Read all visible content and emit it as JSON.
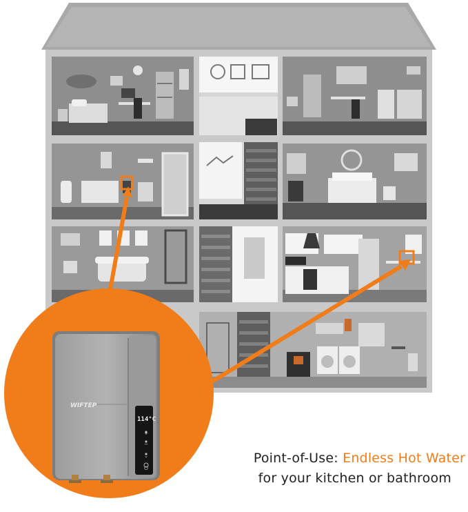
{
  "caption": {
    "line1_prefix": "Point-of-Use: ",
    "line1_accent": "Endless Hot Water",
    "line2": "for your kitchen or bathroom"
  },
  "heater": {
    "brand": "WIFTEP",
    "display_reading": "114°C",
    "buttons": [
      "+",
      "−",
      "⌄",
      "⏻"
    ]
  },
  "colors": {
    "accent": "#f07d1a",
    "house_frame": "#b7b7b7",
    "room_bg": "#909090",
    "floor": "#5a5a5a"
  }
}
